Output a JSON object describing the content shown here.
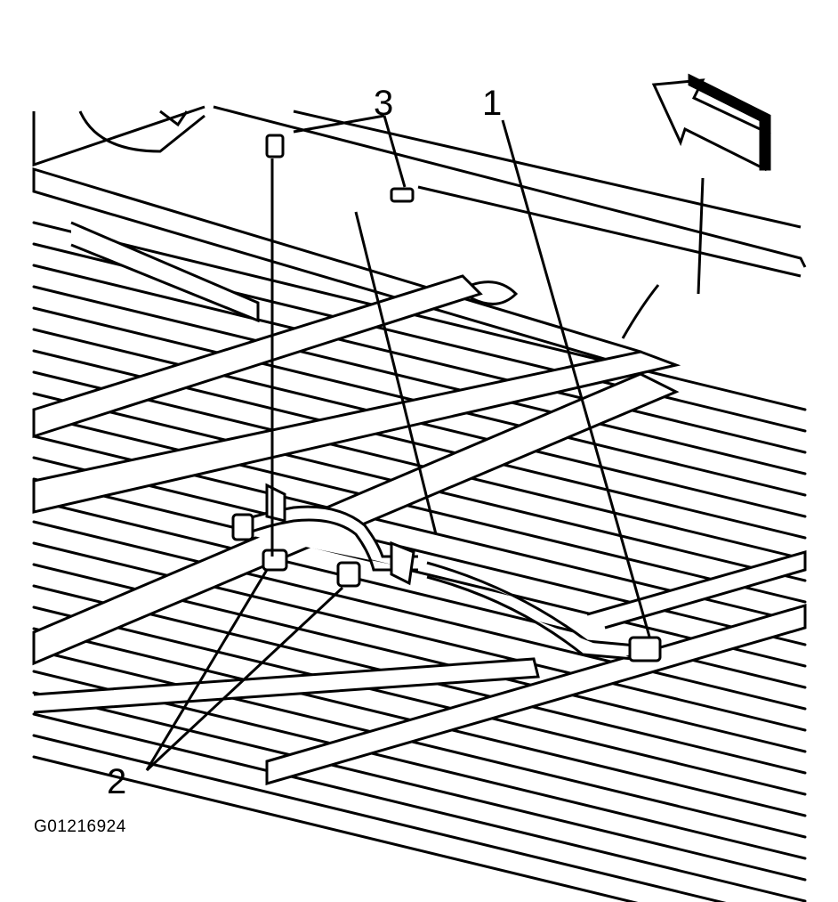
{
  "callouts": {
    "one": "1",
    "two": "2",
    "three": "3"
  },
  "figure_id": "G01216924",
  "colors": {
    "line": "#000000",
    "background": "#ffffff"
  }
}
